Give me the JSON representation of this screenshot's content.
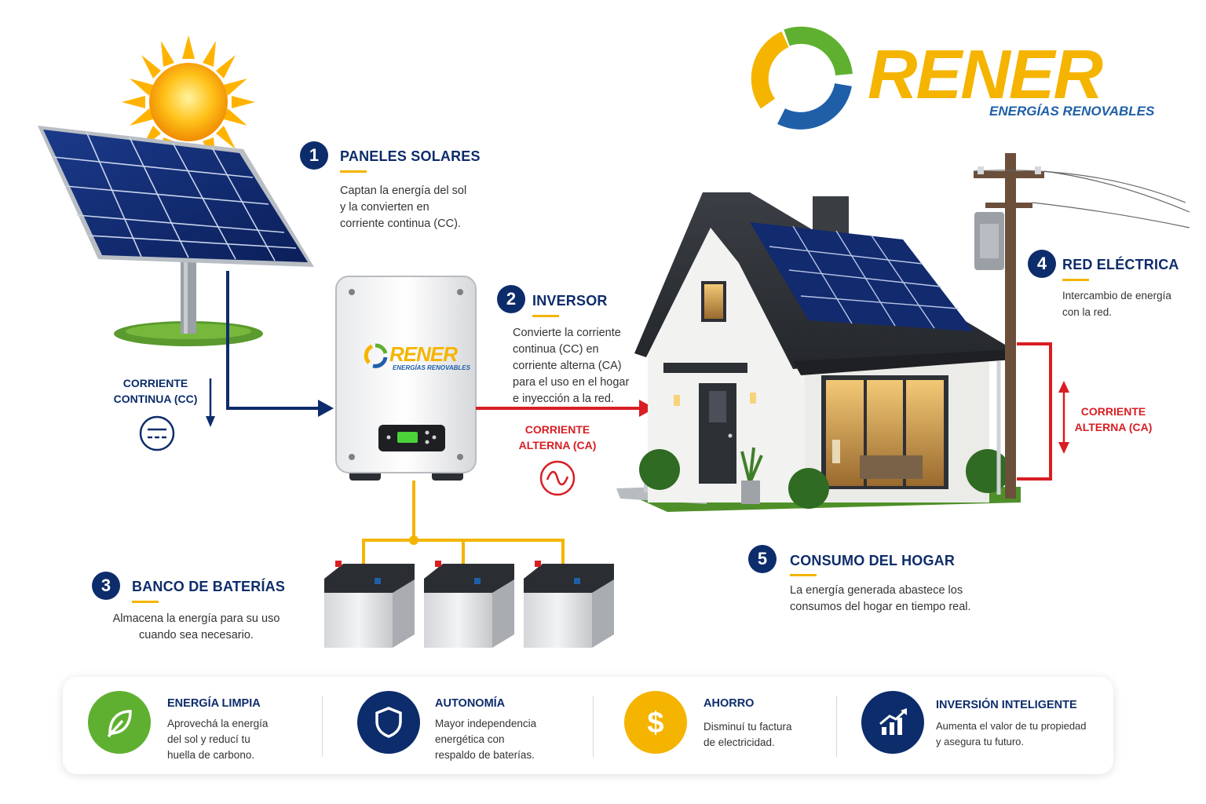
{
  "brand": {
    "name": "RENER",
    "tagline": "ENERGÍAS RENOVABLES",
    "colors": {
      "yellow": "#f5b400",
      "blue": "#1f5fa8",
      "green": "#5fb030",
      "navy": "#0d2c6b",
      "red": "#d81e23"
    }
  },
  "steps": [
    {
      "number": "1",
      "title": "PANELES SOLARES",
      "desc": [
        "Captan la energía del sol",
        "y la convierten en",
        "corriente continua (CC)."
      ]
    },
    {
      "number": "2",
      "title": "INVERSOR",
      "desc": [
        "Convierte la corriente",
        "continua (CC) en",
        "corriente alterna (CA)",
        "para el uso en el hogar",
        "e inyección a la red."
      ]
    },
    {
      "number": "3",
      "title": "BANCO DE BATERÍAS",
      "desc": [
        "Almacena la energía para su uso",
        "cuando sea necesario."
      ]
    },
    {
      "number": "4",
      "title": "RED ELÉCTRICA",
      "desc": [
        "Intercambio de energía",
        "con la red."
      ]
    },
    {
      "number": "5",
      "title": "CONSUMO DEL HOGAR",
      "desc": [
        "La energía generada abastece los",
        "consumos del hogar en tiempo real."
      ]
    }
  ],
  "flows": {
    "dc": {
      "line1": "CORRIENTE",
      "line2": "CONTINUA (CC)",
      "symbol": "dc-symbol-icon"
    },
    "ac_inverter": {
      "line1": "CORRIENTE",
      "line2": "ALTERNA (CA)",
      "symbol": "ac-symbol-icon"
    },
    "ac_grid": {
      "line1": "CORRIENTE",
      "line2": "ALTERNA (CA)"
    }
  },
  "benefits": [
    {
      "icon": "leaf-icon",
      "color": "#5fb030",
      "title": "ENERGÍA LIMPIA",
      "desc": [
        "Aprovechá la energía",
        "del sol y reducí tu",
        "huella de carbono."
      ]
    },
    {
      "icon": "shield-icon",
      "color": "#0d2c6b",
      "title": "AUTONOMÍA",
      "desc": [
        "Mayor independencia",
        "energética con",
        "respaldo de baterías."
      ]
    },
    {
      "icon": "dollar-icon",
      "color": "#f5b400",
      "title": "AHORRO",
      "desc": [
        "Disminuí tu factura",
        "de electricidad."
      ]
    },
    {
      "icon": "growth-chart-icon",
      "color": "#0d2c6b",
      "title": "INVERSIÓN INTELIGENTE",
      "desc": [
        "Aumenta el valor de tu propiedad",
        "y asegura tu futuro."
      ]
    }
  ]
}
